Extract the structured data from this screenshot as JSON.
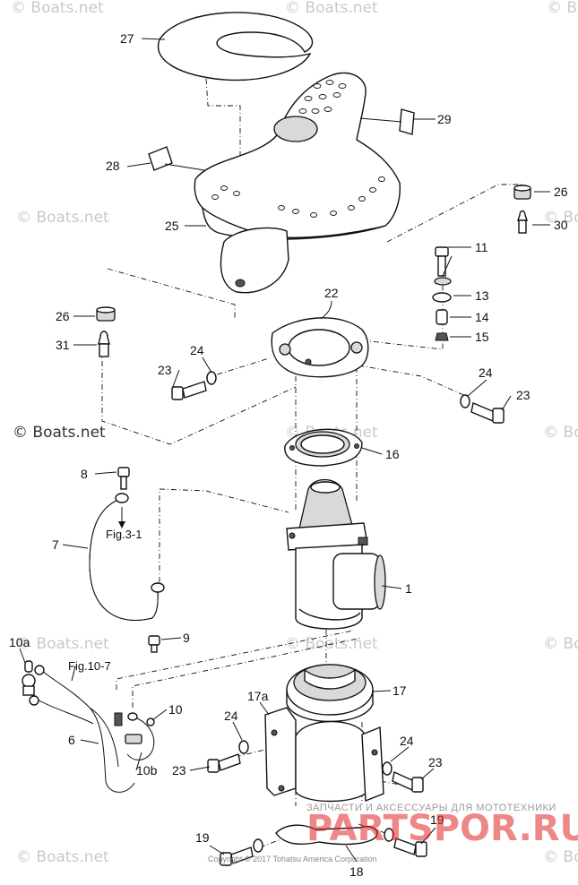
{
  "watermarks": {
    "boats": "© Boats.net",
    "shop_text": "ЗАПЧАСТИ И АКСЕССУАРЫ ДЛЯ МОТОТЕХНИКИ",
    "shop_brand": "PARTSPOR.RU",
    "copyright": "Copyright © 2017 Tohatsu America Corporation"
  },
  "figure_refs": {
    "fig_3_1": "Fig.3-1",
    "fig_10_7": "Fig.10-7"
  },
  "callouts": {
    "c1": "1",
    "c6": "6",
    "c7": "7",
    "c8": "8",
    "c9": "9",
    "c10": "10",
    "c10a": "10a",
    "c10b": "10b",
    "c11": "11",
    "c13": "13",
    "c14": "14",
    "c15": "15",
    "c16": "16",
    "c17": "17",
    "c17a": "17a",
    "c18": "18",
    "c19": "19",
    "c22": "22",
    "c23": "23",
    "c24": "24",
    "c25": "25",
    "c26": "26",
    "c27": "27",
    "c28": "28",
    "c29": "29",
    "c30": "30",
    "c31": "31"
  }
}
